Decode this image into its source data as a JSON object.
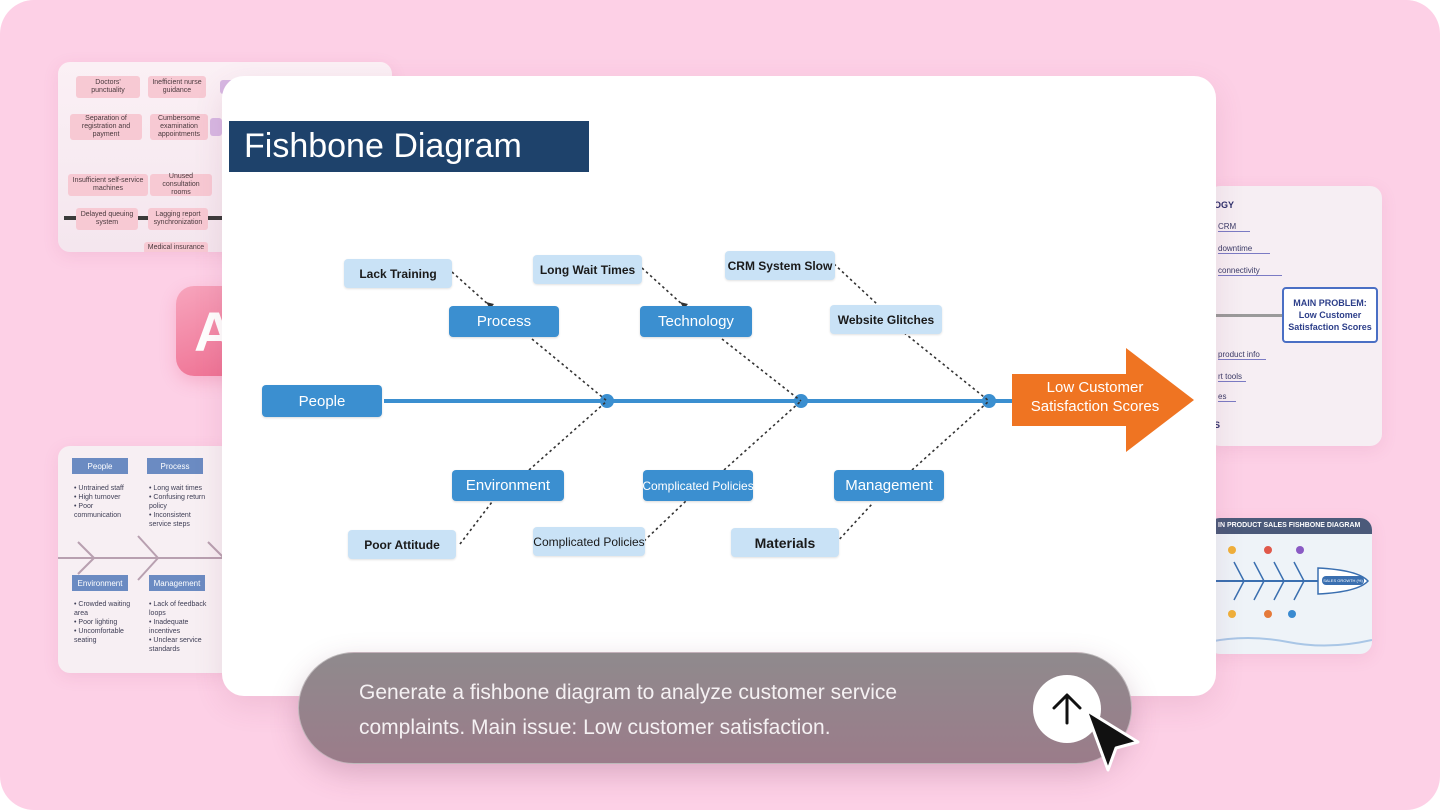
{
  "colors": {
    "background": "#fdd0e6",
    "title_bar": "#1e426b",
    "category_box": "#3b8fd0",
    "cause_box": "#c9e2f6",
    "spine": "#3b8fd0",
    "head_arrow": "#ef7422",
    "prompt_bar": "#8f8a8d"
  },
  "ai_badge": {
    "label": "AI"
  },
  "thumbnails": {
    "hospital": {
      "boxes": [
        "Doctors' punctuality",
        "Inefficient nurse guidance",
        "Separation of registration and payment",
        "Cumbersome examination appointments",
        "Insufficient self-service machines",
        "Unused consultation rooms",
        "Delayed queuing system",
        "Lagging report synchronization",
        "Medical insurance"
      ]
    },
    "service": {
      "headers": [
        "People",
        "Process",
        "Environment",
        "Management"
      ],
      "people": [
        "Untrained staff",
        "High turnover",
        "Poor communication"
      ],
      "process": [
        "Long wait times",
        "Confusing return policy",
        "Inconsistent service steps"
      ],
      "environment": [
        "Crowded waiting area",
        "Poor lighting",
        "Uncomfortable seating"
      ],
      "management": [
        "Lack of feedback loops",
        "Inadequate incentives",
        "Unclear service standards"
      ]
    },
    "problem": {
      "heading_fragment": "OGY",
      "items": [
        "CRM",
        "downtime",
        "connectivity",
        "product info",
        "rt tools",
        "es"
      ],
      "footer_fragment": "S",
      "main_problem": "MAIN PROBLEM: Low Customer Satisfaction Scores"
    },
    "sales": {
      "title": "IN PRODUCT SALES FISHBONE DIAGRAM",
      "head": "SALES GROWTH (%)"
    }
  },
  "card": {
    "title": "Fishbone Diagram",
    "head": "Low Customer Satisfaction Scores",
    "categories": {
      "people": "People",
      "process": "Process",
      "technology": "Technology",
      "environment": "Environment",
      "policies": "Complicated Policies",
      "management": "Management"
    },
    "causes": {
      "lack_training": "Lack Training",
      "long_wait": "Long Wait Times",
      "crm_slow": "CRM System Slow",
      "website": "Website Glitches",
      "poor_attitude": "Poor Attitude",
      "complicated_policies": "Complicated Policies",
      "materials": "Materials"
    }
  },
  "prompt": {
    "text": "Generate a fishbone diagram to analyze customer service complaints. Main issue: Low customer satisfaction.",
    "send_icon": "arrow-up-icon"
  }
}
